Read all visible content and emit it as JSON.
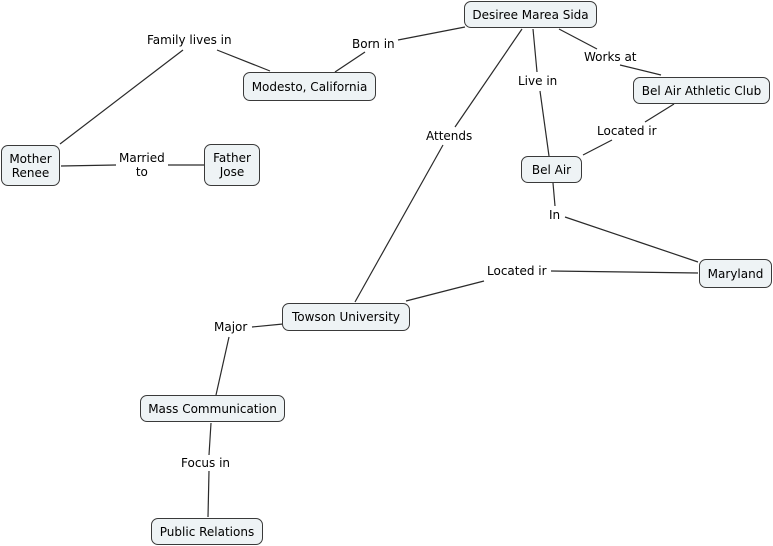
{
  "concept_map": {
    "nodes": {
      "desiree": "Desiree Marea Sida",
      "modesto": "Modesto, California",
      "bel_air_athletic": "Bel Air Athletic Club",
      "mother": "Mother\nRenee",
      "father": "Father\nJose",
      "bel_air": "Bel Air",
      "maryland": "Maryland",
      "towson": "Towson University",
      "mass_comm": "Mass Communication",
      "public_relations": "Public Relations"
    },
    "links": {
      "family_lives_in": "Family lives in",
      "born_in": "Born in",
      "works_at": "Works at",
      "live_in": "Live in",
      "attends": "Attends",
      "located_in_club": "Located ir",
      "married_to": "Married\nto",
      "in": "In",
      "located_in_towson": "Located ir",
      "major": "Major",
      "focus_in": "Focus in"
    }
  }
}
